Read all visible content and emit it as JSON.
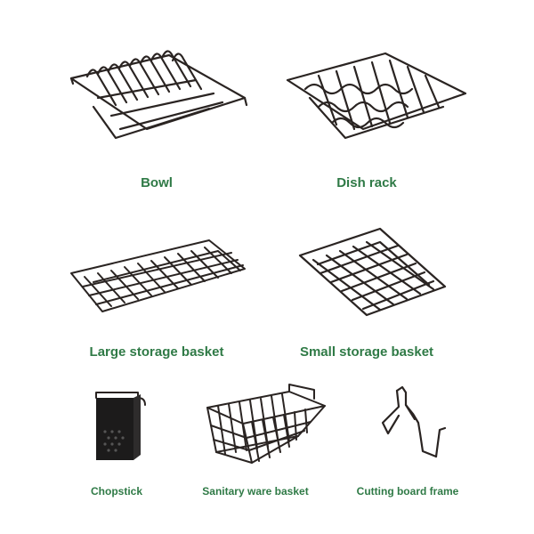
{
  "items": [
    {
      "id": "bowl",
      "label": "Bowl"
    },
    {
      "id": "dish-rack",
      "label": "Dish rack"
    },
    {
      "id": "large-storage-basket",
      "label": "Large storage basket"
    },
    {
      "id": "small-storage-basket",
      "label": "Small storage basket"
    },
    {
      "id": "chopstick",
      "label": "Chopstick"
    },
    {
      "id": "sanitary-ware-basket",
      "label": "Sanitary ware basket"
    },
    {
      "id": "cutting-board-frame",
      "label": "Cutting board frame"
    }
  ],
  "colors": {
    "label": "#2f7a46",
    "wire": "#2a2422",
    "background": "#ffffff"
  }
}
